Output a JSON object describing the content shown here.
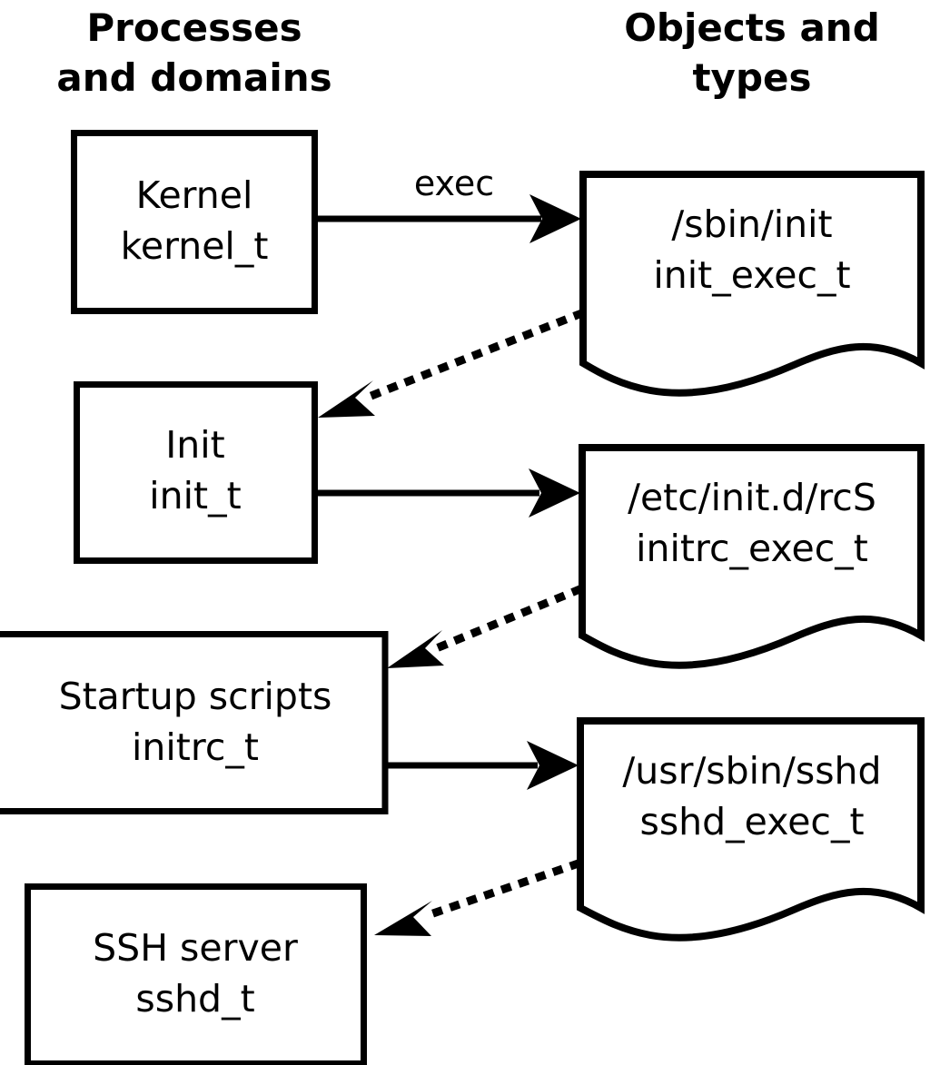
{
  "diagram": {
    "title_columns": [
      {
        "id": "processes",
        "line1": "Processes",
        "line2": "and domains"
      },
      {
        "id": "objects",
        "line1": "Objects and",
        "line2": "types"
      }
    ],
    "process_nodes": [
      {
        "id": "kernel",
        "line1": "Kernel",
        "line2": "kernel_t"
      },
      {
        "id": "init",
        "line1": "Init",
        "line2": "init_t"
      },
      {
        "id": "startup-scripts",
        "line1": "Startup scripts",
        "line2": "initrc_t"
      },
      {
        "id": "ssh-server",
        "line1": "SSH server",
        "line2": "sshd_t"
      }
    ],
    "object_nodes": [
      {
        "id": "sbin-init",
        "line1": "/sbin/init",
        "line2": "init_exec_t"
      },
      {
        "id": "etc-initd-rcs",
        "line1": "/etc/init.d/rcS",
        "line2": "initrc_exec_t"
      },
      {
        "id": "usr-sbin-sshd",
        "line1": "/usr/sbin/sshd",
        "line2": "sshd_exec_t"
      }
    ],
    "edges": [
      {
        "id": "kernel-exec-sbin-init",
        "from": "kernel",
        "to": "sbin-init",
        "label": "exec",
        "style": "solid"
      },
      {
        "id": "sbin-init-transition-init",
        "from": "sbin-init",
        "to": "init",
        "label": "",
        "style": "dotted"
      },
      {
        "id": "init-exec-rcs",
        "from": "init",
        "to": "etc-initd-rcs",
        "label": "",
        "style": "solid"
      },
      {
        "id": "rcs-transition-initrc",
        "from": "etc-initd-rcs",
        "to": "startup-scripts",
        "label": "",
        "style": "dotted"
      },
      {
        "id": "initrc-exec-sshd",
        "from": "startup-scripts",
        "to": "usr-sbin-sshd",
        "label": "",
        "style": "solid"
      },
      {
        "id": "sshd-transition-sshd-domain",
        "from": "usr-sbin-sshd",
        "to": "ssh-server",
        "label": "",
        "style": "dotted"
      }
    ],
    "colors": {
      "background": "#ffffff",
      "stroke": "#000000",
      "text": "#000000"
    }
  }
}
